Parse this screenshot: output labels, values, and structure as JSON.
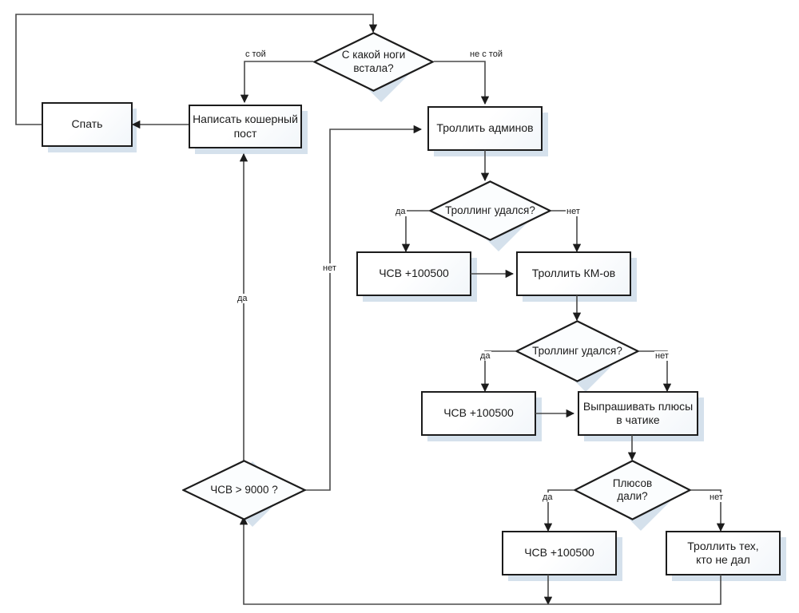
{
  "diagram": {
    "title": "Блок-схема: С какой ноги встала?",
    "type": "flowchart",
    "colors": {
      "node_border": "#1c1c1c",
      "node_fill": "#ffffff",
      "node_fill_accent": "#f2f6fa",
      "shadow": "#d5e1ec",
      "connector": "#3a3a3a",
      "text": "#1a1a1a",
      "background": "#ffffff"
    },
    "nodes": [
      {
        "id": "n-start-decision",
        "shape": "decision",
        "text": "С какой ноги\nвстала?"
      },
      {
        "id": "n-sleep",
        "shape": "process",
        "text": "Спать"
      },
      {
        "id": "n-kosher-post",
        "shape": "process",
        "text": "Написать кошерный\nпост"
      },
      {
        "id": "n-troll-admins",
        "shape": "process",
        "text": "Троллить админов"
      },
      {
        "id": "n-troll-success-1",
        "shape": "decision",
        "text": "Троллинг удался?"
      },
      {
        "id": "n-chsv-1",
        "shape": "process",
        "text": "ЧСВ +100500"
      },
      {
        "id": "n-troll-km",
        "shape": "process",
        "text": "Троллить КМ-ов"
      },
      {
        "id": "n-troll-success-2",
        "shape": "decision",
        "text": "Троллинг удался?"
      },
      {
        "id": "n-chsv-2",
        "shape": "process",
        "text": "ЧСВ +100500"
      },
      {
        "id": "n-beg-plus",
        "shape": "process",
        "text": "Выпрашивать плюсы\nв чатике"
      },
      {
        "id": "n-plus-given",
        "shape": "decision",
        "text": "Плюсов\nдали?"
      },
      {
        "id": "n-chsv-3",
        "shape": "process",
        "text": "ЧСВ +100500"
      },
      {
        "id": "n-troll-refusers",
        "shape": "process",
        "text": "Троллить тех,\nкто не дал"
      },
      {
        "id": "n-chsv-check",
        "shape": "decision",
        "text": "ЧСВ > 9000 ?"
      }
    ],
    "edge_labels": [
      {
        "id": "lbl-s-toy",
        "text": "с той"
      },
      {
        "id": "lbl-ne-s-toy",
        "text": "не с той"
      },
      {
        "id": "lbl-da-1",
        "text": "да"
      },
      {
        "id": "lbl-net-1",
        "text": "нет"
      },
      {
        "id": "lbl-da-2",
        "text": "да"
      },
      {
        "id": "lbl-net-2",
        "text": "нет"
      },
      {
        "id": "lbl-da-3",
        "text": "да"
      },
      {
        "id": "lbl-net-3",
        "text": "нет"
      },
      {
        "id": "lbl-chsv-da",
        "text": "да"
      },
      {
        "id": "lbl-chsv-net",
        "text": "нет"
      }
    ]
  }
}
